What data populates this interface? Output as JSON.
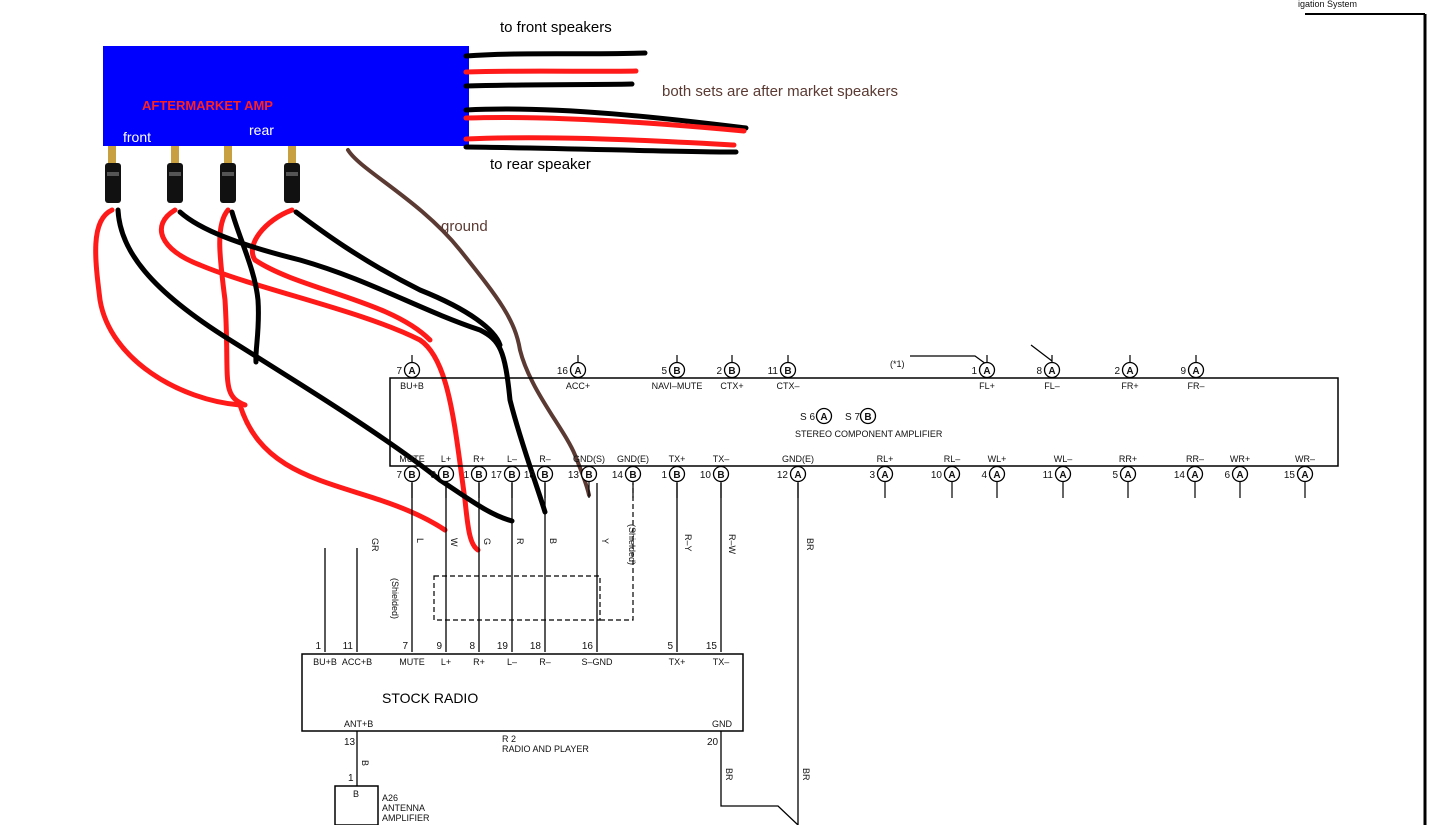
{
  "amp": {
    "title": "AFTERMARKET AMP",
    "front_label": "front",
    "rear_label": "rear",
    "color": "#0000ff"
  },
  "notes": {
    "front_speakers": "to front speakers",
    "after_market": "both sets are after market speakers",
    "rear_speaker": "to rear speaker",
    "ground": "ground"
  },
  "header_fragment": "igation System",
  "stereo_amp": {
    "name_line1": "S 6",
    "name_line1b": "S 7",
    "name_line1_letter_a": "A",
    "name_line1_letter_b": "B",
    "title": "STEREO COMPONENT AMPLIFIER",
    "top_note": "(*1)",
    "top_pins": [
      {
        "num": "7",
        "letter": "A",
        "label": "BU+B"
      },
      {
        "num": "16",
        "letter": "A",
        "label": "ACC+"
      },
      {
        "num": "5",
        "letter": "B",
        "label": "NAVI–MUTE"
      },
      {
        "num": "2",
        "letter": "B",
        "label": "CTX+"
      },
      {
        "num": "11",
        "letter": "B",
        "label": "CTX–"
      },
      {
        "num": "1",
        "letter": "A",
        "label": "FL+"
      },
      {
        "num": "8",
        "letter": "A",
        "label": "FL–"
      },
      {
        "num": "2",
        "letter": "A",
        "label": "FR+"
      },
      {
        "num": "9",
        "letter": "A",
        "label": "FR–"
      }
    ],
    "bottom_pins": [
      {
        "num": "7",
        "letter": "B",
        "label": "MUTE",
        "wire": "L"
      },
      {
        "num": "8",
        "letter": "B",
        "label": "L+",
        "wire": "W"
      },
      {
        "num": "1",
        "letter": "B",
        "label": "R+",
        "wire": "G"
      },
      {
        "num": "17",
        "letter": "B",
        "label": "L–",
        "wire": "R"
      },
      {
        "num": "18",
        "letter": "B",
        "label": "R–",
        "wire": "B"
      },
      {
        "num": "13",
        "letter": "B",
        "label": "GND(S)",
        "wire": "Y"
      },
      {
        "num": "14",
        "letter": "B",
        "label": "GND(E)",
        "wire": "(Shielded)"
      },
      {
        "num": "1",
        "letter": "B",
        "label": "TX+",
        "wire": "R–Y"
      },
      {
        "num": "10",
        "letter": "B",
        "label": "TX–",
        "wire": "R–W"
      },
      {
        "num": "12",
        "letter": "A",
        "label": "GND(E)",
        "wire": "BR"
      },
      {
        "num": "3",
        "letter": "A",
        "label": "RL+",
        "wire": ""
      },
      {
        "num": "10",
        "letter": "A",
        "label": "RL–",
        "wire": ""
      },
      {
        "num": "4",
        "letter": "A",
        "label": "WL+",
        "wire": ""
      },
      {
        "num": "11",
        "letter": "A",
        "label": "WL–",
        "wire": ""
      },
      {
        "num": "5",
        "letter": "A",
        "label": "RR+",
        "wire": ""
      },
      {
        "num": "14",
        "letter": "A",
        "label": "RR–",
        "wire": ""
      },
      {
        "num": "6",
        "letter": "A",
        "label": "WR+",
        "wire": ""
      },
      {
        "num": "15",
        "letter": "A",
        "label": "WR–",
        "wire": ""
      }
    ]
  },
  "radio": {
    "title": "STOCK RADIO",
    "ref": "R 2",
    "subtitle": "RADIO AND PLAYER",
    "gr_wire": "GR",
    "shielded": "(Shielded)",
    "top_pins": [
      {
        "num": "1",
        "label": "BU+B"
      },
      {
        "num": "11",
        "label": "ACC+B"
      },
      {
        "num": "7",
        "label": "MUTE"
      },
      {
        "num": "9",
        "label": "L+"
      },
      {
        "num": "8",
        "label": "R+"
      },
      {
        "num": "19",
        "label": "L–"
      },
      {
        "num": "18",
        "label": "R–"
      },
      {
        "num": "16",
        "label": "S–GND"
      },
      {
        "num": "5",
        "label": "TX+"
      },
      {
        "num": "15",
        "label": "TX–"
      }
    ],
    "ant_label": "ANT+B",
    "ant_num": "13",
    "gnd_label": "GND",
    "gnd_num": "20",
    "ant_wire": "B",
    "gnd_wire": "BR",
    "br_wire2": "BR"
  },
  "antenna": {
    "num": "1",
    "letter": "B",
    "ref": "A26",
    "line1": "ANTENNA",
    "line2": "AMPLIFIER"
  },
  "colors": {
    "red_wire": "#ff1a1a",
    "black_wire": "#000000",
    "brown_wire": "#5a3a32"
  }
}
